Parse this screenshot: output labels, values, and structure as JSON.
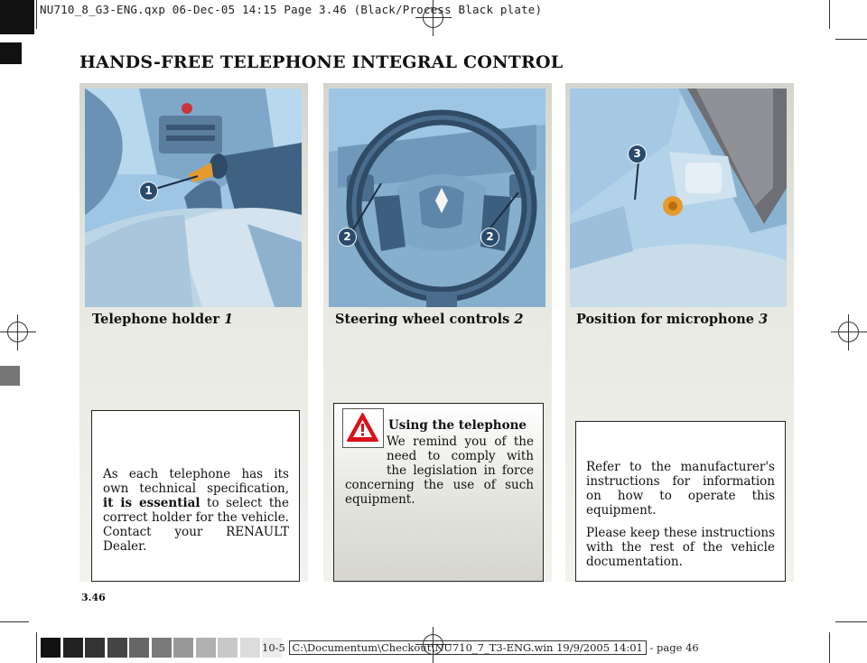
{
  "print_header": "NU710_8_G3-ENG.qxp  06-Dec-05  14:15  Page 3.46    (Black/Process Black plate)",
  "title": "HANDS-FREE TELEPHONE INTEGRAL CONTROL",
  "columns": [
    {
      "caption": "Telephone holder",
      "caption_ref": "1",
      "callouts": [
        "1"
      ],
      "box_text_before": "As each telephone has its own technical specification,",
      "box_text_bold": "it is essential",
      "box_text_after": "to select the correct holder for the vehicle. Contact your RENAULT Dealer."
    },
    {
      "caption": "Steering wheel controls",
      "caption_ref": "2",
      "callouts": [
        "2",
        "2"
      ],
      "warning_title": "Using the telephone",
      "warning_text": "We remind you of the need to comply with the legislation in force concerning the use of such equipment."
    },
    {
      "caption": "Position for microphone",
      "caption_ref": "3",
      "callouts": [
        "3"
      ],
      "box_paragraph_1": "Refer to the manufacturer's instructions for information on how to operate this equipment.",
      "box_paragraph_2": "Please keep these instructions with the rest of the vehicle documentation."
    }
  ],
  "page_number": "3.46",
  "footer": {
    "prefix": "10-5",
    "path": "C:\\Documentum\\Checkout\\NU710_7_T3-ENG.win 19/9/2005 14:01",
    "suffix": "- page 46"
  },
  "colors": {
    "photo_blue": "#9ec6e4",
    "photo_dark": "#3c5f7f",
    "callout_fill": "#2b4a6b",
    "warning_red": "#d8111a",
    "column_grey": "#d5d5cf"
  },
  "swatch_greys": [
    "#111111",
    "#222222",
    "#333333",
    "#444444",
    "#666666",
    "#7a7a7a",
    "#999999",
    "#b0b0b0",
    "#c8c8c8",
    "#dcdcdc",
    "#ececec"
  ]
}
